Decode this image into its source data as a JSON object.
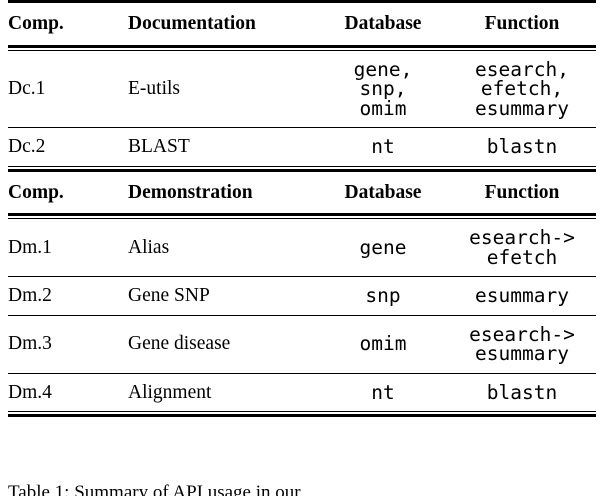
{
  "document": {
    "kind": "paper-table",
    "caption": "Table 1:   Summary of API usage in our"
  },
  "table": {
    "sections": [
      {
        "id": "documentation",
        "headers": [
          "Comp.",
          "Documentation",
          "Database",
          "Function"
        ],
        "rows": [
          {
            "comp": "Dc.1",
            "name": "E-utils",
            "database": "gene,\nsnp,\nomim",
            "function": "esearch,\nefetch,\nesummary"
          },
          {
            "comp": "Dc.2",
            "name": "BLAST",
            "database": "nt",
            "function": "blastn"
          }
        ]
      },
      {
        "id": "demonstration",
        "headers": [
          "Comp.",
          "Demonstration",
          "Database",
          "Function"
        ],
        "rows": [
          {
            "comp": "Dm.1",
            "name": "Alias",
            "database": "gene",
            "function": "esearch->\nefetch"
          },
          {
            "comp": "Dm.2",
            "name": "Gene SNP",
            "database": "snp",
            "function": "esummary"
          },
          {
            "comp": "Dm.3",
            "name": "Gene disease",
            "database": "omim",
            "function": "esearch->\nesummary"
          },
          {
            "comp": "Dm.4",
            "name": "Alignment",
            "database": "nt",
            "function": "blastn"
          }
        ]
      }
    ]
  },
  "colors": {
    "text": "#000000",
    "background": "#ffffff",
    "rule": "#000000"
  }
}
